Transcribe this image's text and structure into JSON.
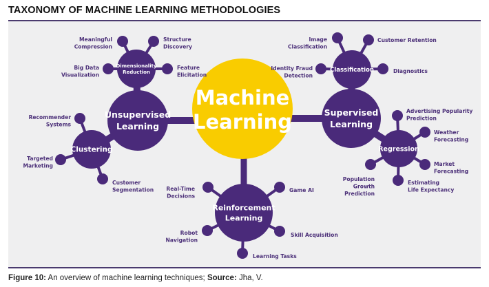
{
  "title": "TAXONOMY OF MACHINE LEARNING METHODOLOGIES",
  "caption": {
    "figure": "Figure 10:",
    "text": " An overview of machine learning techniques; ",
    "source_label": "Source:",
    "source": " Jha, V."
  },
  "colors": {
    "purple": "#4a2a7a",
    "yellow": "#f9cc00",
    "label": "#4b2f78",
    "panel": "#efeff0"
  },
  "center": {
    "lines": [
      "Machine",
      "Learning"
    ]
  },
  "branches": [
    {
      "lines": [
        "Unsupervised",
        "Learning"
      ]
    },
    {
      "lines": [
        "Supervised",
        "Learning"
      ]
    },
    {
      "lines": [
        "Reinforcement",
        "Learning"
      ]
    }
  ],
  "subnodes": [
    {
      "lines": [
        "Dimensionality",
        "Reduction"
      ],
      "leaves": [
        {
          "lines": [
            "Meaningful",
            "Compression"
          ]
        },
        {
          "lines": [
            "Structure",
            "Discovery"
          ]
        },
        {
          "lines": [
            "Big Data",
            "Visualization"
          ]
        },
        {
          "lines": [
            "Feature",
            "Elicitation"
          ]
        }
      ]
    },
    {
      "lines": [
        "Clustering"
      ],
      "leaves": [
        {
          "lines": [
            "Recommender",
            "Systems"
          ]
        },
        {
          "lines": [
            "Targeted",
            "Marketing"
          ]
        },
        {
          "lines": [
            "Customer",
            "Segmentation"
          ]
        }
      ]
    },
    {
      "lines": [
        "Classification"
      ],
      "leaves": [
        {
          "lines": [
            "Image",
            "Classification"
          ]
        },
        {
          "lines": [
            "Customer Retention"
          ]
        },
        {
          "lines": [
            "Identity Fraud",
            "Detection"
          ]
        },
        {
          "lines": [
            "Diagnostics"
          ]
        }
      ]
    },
    {
      "lines": [
        "Regression"
      ],
      "leaves": [
        {
          "lines": [
            "Advertising Popularity",
            "Prediction"
          ]
        },
        {
          "lines": [
            "Weather",
            "Forecasting"
          ]
        },
        {
          "lines": [
            "Market",
            "Forecasting"
          ]
        },
        {
          "lines": [
            "Estimating",
            "Life Expectancy"
          ]
        },
        {
          "lines": [
            "Population",
            "Growth",
            "Prediction"
          ]
        }
      ]
    },
    {
      "lines": [],
      "leaves": [
        {
          "lines": [
            "Real-Time",
            "Decisions"
          ]
        },
        {
          "lines": [
            "Game AI"
          ]
        },
        {
          "lines": [
            "Robot",
            "Navigation"
          ]
        },
        {
          "lines": [
            "Skill Acquisition"
          ]
        },
        {
          "lines": [
            "Learning Tasks"
          ]
        }
      ]
    }
  ]
}
